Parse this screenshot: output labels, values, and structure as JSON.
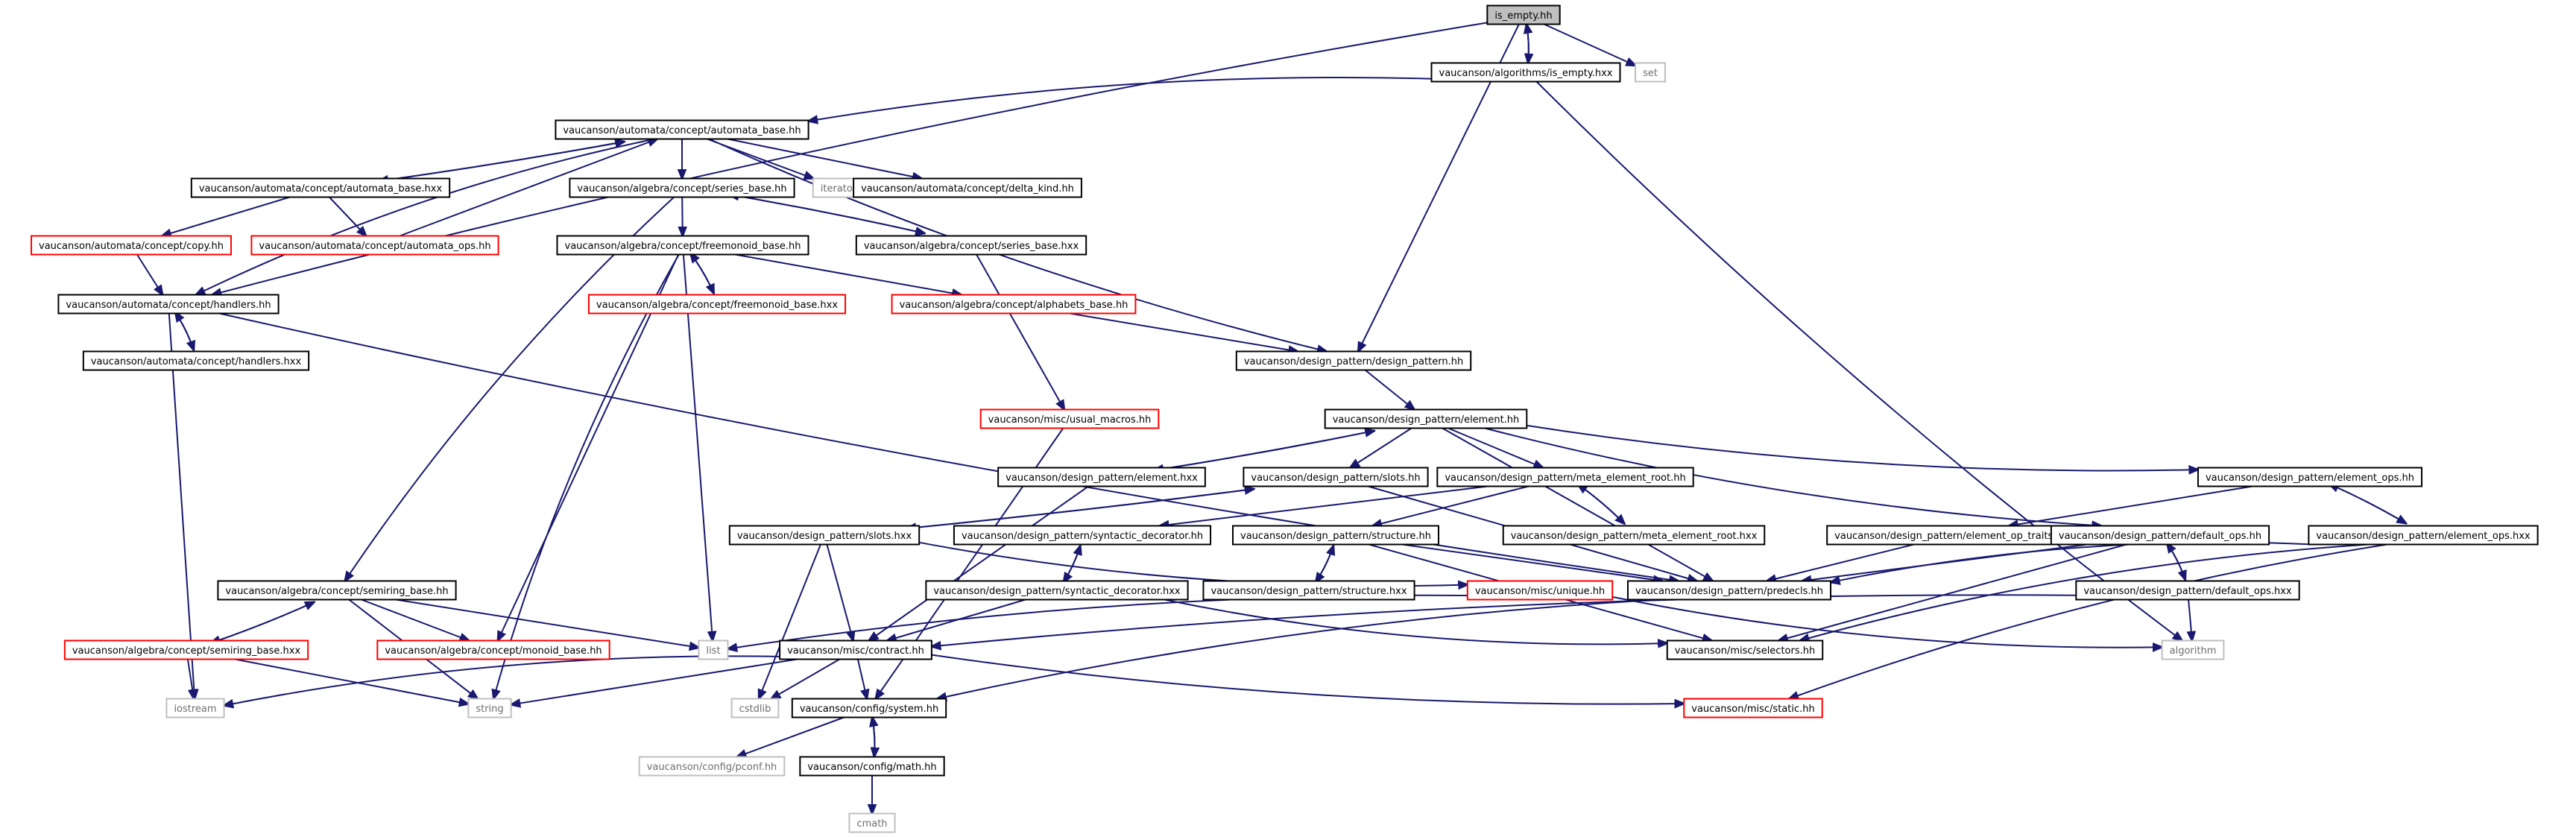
{
  "colors": {
    "edge": "#191970",
    "node_border": "#000000",
    "node_border_missing": "#ff0000",
    "node_border_external": "#bfbfbf",
    "root_fill": "#bfbfbf"
  },
  "nodes": [
    {
      "id": "is_empty_hh",
      "label": "is_empty.hh",
      "style": "root"
    },
    {
      "id": "is_empty_hxx",
      "label": "vaucanson/algorithms/is_empty.hxx",
      "style": "normal"
    },
    {
      "id": "set",
      "label": "set",
      "style": "external"
    },
    {
      "id": "automata_base_hh",
      "label": "vaucanson/automata/concept/automata_base.hh",
      "style": "normal"
    },
    {
      "id": "automata_base_hxx",
      "label": "vaucanson/automata/concept/automata_base.hxx",
      "style": "normal"
    },
    {
      "id": "series_base_hh",
      "label": "vaucanson/algebra/concept/series_base.hh",
      "style": "normal"
    },
    {
      "id": "iterator",
      "label": "iterator",
      "style": "external"
    },
    {
      "id": "delta_kind",
      "label": "vaucanson/automata/concept/delta_kind.hh",
      "style": "normal"
    },
    {
      "id": "copy_hh",
      "label": "vaucanson/automata/concept/copy.hh",
      "style": "missing"
    },
    {
      "id": "automata_ops",
      "label": "vaucanson/automata/concept/automata_ops.hh",
      "style": "missing"
    },
    {
      "id": "freemonoid_base_hh",
      "label": "vaucanson/algebra/concept/freemonoid_base.hh",
      "style": "normal"
    },
    {
      "id": "series_base_hxx",
      "label": "vaucanson/algebra/concept/series_base.hxx",
      "style": "normal"
    },
    {
      "id": "handlers_hh",
      "label": "vaucanson/automata/concept/handlers.hh",
      "style": "normal"
    },
    {
      "id": "freemonoid_base_hxx",
      "label": "vaucanson/algebra/concept/freemonoid_base.hxx",
      "style": "missing"
    },
    {
      "id": "alphabets_base",
      "label": "vaucanson/algebra/concept/alphabets_base.hh",
      "style": "missing"
    },
    {
      "id": "handlers_hxx",
      "label": "vaucanson/automata/concept/handlers.hxx",
      "style": "normal"
    },
    {
      "id": "design_pattern_hh",
      "label": "vaucanson/design_pattern/design_pattern.hh",
      "style": "normal"
    },
    {
      "id": "usual_macros",
      "label": "vaucanson/misc/usual_macros.hh",
      "style": "missing"
    },
    {
      "id": "element_hh",
      "label": "vaucanson/design_pattern/element.hh",
      "style": "normal"
    },
    {
      "id": "element_hxx",
      "label": "vaucanson/design_pattern/element.hxx",
      "style": "normal"
    },
    {
      "id": "slots_hh",
      "label": "vaucanson/design_pattern/slots.hh",
      "style": "normal"
    },
    {
      "id": "meta_root_hh",
      "label": "vaucanson/design_pattern/meta_element_root.hh",
      "style": "normal"
    },
    {
      "id": "element_ops_hh",
      "label": "vaucanson/design_pattern/element_ops.hh",
      "style": "normal"
    },
    {
      "id": "slots_hxx",
      "label": "vaucanson/design_pattern/slots.hxx",
      "style": "normal"
    },
    {
      "id": "syntactic_hh",
      "label": "vaucanson/design_pattern/syntactic_decorator.hh",
      "style": "normal"
    },
    {
      "id": "structure_hh",
      "label": "vaucanson/design_pattern/structure.hh",
      "style": "normal"
    },
    {
      "id": "meta_root_hxx",
      "label": "vaucanson/design_pattern/meta_element_root.hxx",
      "style": "normal"
    },
    {
      "id": "element_op_traits",
      "label": "vaucanson/design_pattern/element_op_traits.hh",
      "style": "normal"
    },
    {
      "id": "default_ops_hh",
      "label": "vaucanson/design_pattern/default_ops.hh",
      "style": "normal"
    },
    {
      "id": "element_ops_hxx",
      "label": "vaucanson/design_pattern/element_ops.hxx",
      "style": "normal"
    },
    {
      "id": "semiring_base_hh",
      "label": "vaucanson/algebra/concept/semiring_base.hh",
      "style": "normal"
    },
    {
      "id": "syntactic_hxx",
      "label": "vaucanson/design_pattern/syntactic_decorator.hxx",
      "style": "normal"
    },
    {
      "id": "structure_hxx",
      "label": "vaucanson/design_pattern/structure.hxx",
      "style": "normal"
    },
    {
      "id": "unique_hh",
      "label": "vaucanson/misc/unique.hh",
      "style": "missing"
    },
    {
      "id": "predecls",
      "label": "vaucanson/design_pattern/predecls.hh",
      "style": "normal"
    },
    {
      "id": "default_ops_hxx",
      "label": "vaucanson/design_pattern/default_ops.hxx",
      "style": "normal"
    },
    {
      "id": "semiring_base_hxx",
      "label": "vaucanson/algebra/concept/semiring_base.hxx",
      "style": "missing"
    },
    {
      "id": "monoid_base",
      "label": "vaucanson/algebra/concept/monoid_base.hh",
      "style": "missing"
    },
    {
      "id": "list",
      "label": "list",
      "style": "external"
    },
    {
      "id": "contract_hh",
      "label": "vaucanson/misc/contract.hh",
      "style": "normal"
    },
    {
      "id": "selectors",
      "label": "vaucanson/misc/selectors.hh",
      "style": "normal"
    },
    {
      "id": "algorithm",
      "label": "algorithm",
      "style": "external"
    },
    {
      "id": "iostream",
      "label": "iostream",
      "style": "external"
    },
    {
      "id": "string",
      "label": "string",
      "style": "external"
    },
    {
      "id": "cstdlib",
      "label": "cstdlib",
      "style": "external"
    },
    {
      "id": "system_hh",
      "label": "vaucanson/config/system.hh",
      "style": "normal"
    },
    {
      "id": "static_hh",
      "label": "vaucanson/misc/static.hh",
      "style": "missing"
    },
    {
      "id": "pconf",
      "label": "vaucanson/config/pconf.hh",
      "style": "external"
    },
    {
      "id": "math_hh",
      "label": "vaucanson/config/math.hh",
      "style": "normal"
    },
    {
      "id": "cmath",
      "label": "cmath",
      "style": "external"
    }
  ],
  "edges": [
    [
      "is_empty_hh",
      "is_empty_hxx"
    ],
    [
      "is_empty_hxx",
      "is_empty_hh"
    ],
    [
      "is_empty_hh",
      "set"
    ],
    [
      "is_empty_hh",
      "handlers_hh"
    ],
    [
      "is_empty_hh",
      "design_pattern_hh"
    ],
    [
      "is_empty_hxx",
      "automata_base_hh"
    ],
    [
      "is_empty_hxx",
      "algorithm"
    ],
    [
      "automata_base_hh",
      "automata_base_hxx"
    ],
    [
      "automata_base_hxx",
      "automata_base_hh"
    ],
    [
      "automata_base_hh",
      "series_base_hh"
    ],
    [
      "automata_base_hh",
      "iterator"
    ],
    [
      "automata_base_hh",
      "delta_kind"
    ],
    [
      "automata_base_hh",
      "handlers_hh"
    ],
    [
      "automata_base_hh",
      "design_pattern_hh"
    ],
    [
      "automata_base_hxx",
      "copy_hh"
    ],
    [
      "automata_base_hxx",
      "automata_ops"
    ],
    [
      "automata_ops",
      "automata_base_hh"
    ],
    [
      "copy_hh",
      "handlers_hh"
    ],
    [
      "series_base_hh",
      "freemonoid_base_hh"
    ],
    [
      "series_base_hh",
      "series_base_hxx"
    ],
    [
      "series_base_hxx",
      "series_base_hh"
    ],
    [
      "series_base_hh",
      "semiring_base_hh"
    ],
    [
      "series_base_hxx",
      "usual_macros"
    ],
    [
      "freemonoid_base_hh",
      "freemonoid_base_hxx"
    ],
    [
      "freemonoid_base_hxx",
      "freemonoid_base_hh"
    ],
    [
      "freemonoid_base_hh",
      "alphabets_base"
    ],
    [
      "freemonoid_base_hh",
      "monoid_base"
    ],
    [
      "freemonoid_base_hh",
      "string"
    ],
    [
      "freemonoid_base_hh",
      "list"
    ],
    [
      "alphabets_base",
      "design_pattern_hh"
    ],
    [
      "handlers_hh",
      "handlers_hxx"
    ],
    [
      "handlers_hxx",
      "handlers_hh"
    ],
    [
      "handlers_hh",
      "iostream"
    ],
    [
      "handlers_hh",
      "predecls"
    ],
    [
      "design_pattern_hh",
      "element_hh"
    ],
    [
      "usual_macros",
      "system_hh"
    ],
    [
      "element_hh",
      "element_hxx"
    ],
    [
      "element_hxx",
      "element_hh"
    ],
    [
      "element_hh",
      "slots_hh"
    ],
    [
      "element_hh",
      "meta_root_hh"
    ],
    [
      "element_hh",
      "element_ops_hh"
    ],
    [
      "element_hh",
      "default_ops_hh"
    ],
    [
      "element_hh",
      "predecls"
    ],
    [
      "element_hxx",
      "contract_hh"
    ],
    [
      "slots_hh",
      "slots_hxx"
    ],
    [
      "slots_hxx",
      "slots_hh"
    ],
    [
      "slots_hh",
      "predecls"
    ],
    [
      "slots_hxx",
      "contract_hh"
    ],
    [
      "slots_hxx",
      "cstdlib"
    ],
    [
      "slots_hxx",
      "unique_hh"
    ],
    [
      "meta_root_hh",
      "meta_root_hxx"
    ],
    [
      "meta_root_hxx",
      "meta_root_hh"
    ],
    [
      "meta_root_hh",
      "syntactic_hh"
    ],
    [
      "meta_root_hh",
      "structure_hh"
    ],
    [
      "syntactic_hh",
      "syntactic_hxx"
    ],
    [
      "syntactic_hxx",
      "syntactic_hh"
    ],
    [
      "syntactic_hxx",
      "contract_hh"
    ],
    [
      "syntactic_hxx",
      "selectors"
    ],
    [
      "structure_hh",
      "structure_hxx"
    ],
    [
      "structure_hxx",
      "structure_hh"
    ],
    [
      "structure_hh",
      "predecls"
    ],
    [
      "structure_hh",
      "selectors"
    ],
    [
      "element_ops_hh",
      "element_op_traits"
    ],
    [
      "element_ops_hh",
      "element_ops_hxx"
    ],
    [
      "element_ops_hxx",
      "element_ops_hh"
    ],
    [
      "element_ops_hxx",
      "predecls"
    ],
    [
      "element_ops_hxx",
      "selectors"
    ],
    [
      "element_ops_hxx",
      "static_hh"
    ],
    [
      "element_op_traits",
      "predecls"
    ],
    [
      "default_ops_hh",
      "default_ops_hxx"
    ],
    [
      "default_ops_hxx",
      "default_ops_hh"
    ],
    [
      "default_ops_hh",
      "predecls"
    ],
    [
      "default_ops_hh",
      "selectors"
    ],
    [
      "default_ops_hxx",
      "algorithm"
    ],
    [
      "default_ops_hxx",
      "contract_hh"
    ],
    [
      "unique_hh",
      "list"
    ],
    [
      "unique_hh",
      "algorithm"
    ],
    [
      "predecls",
      "system_hh"
    ],
    [
      "semiring_base_hh",
      "semiring_base_hxx"
    ],
    [
      "semiring_base_hxx",
      "semiring_base_hh"
    ],
    [
      "semiring_base_hh",
      "monoid_base"
    ],
    [
      "semiring_base_hh",
      "string"
    ],
    [
      "semiring_base_hh",
      "list"
    ],
    [
      "semiring_base_hxx",
      "iostream"
    ],
    [
      "semiring_base_hxx",
      "string"
    ],
    [
      "contract_hh",
      "iostream"
    ],
    [
      "contract_hh",
      "string"
    ],
    [
      "contract_hh",
      "cstdlib"
    ],
    [
      "contract_hh",
      "system_hh"
    ],
    [
      "contract_hh",
      "static_hh"
    ],
    [
      "system_hh",
      "pconf"
    ],
    [
      "system_hh",
      "math_hh"
    ],
    [
      "math_hh",
      "system_hh"
    ],
    [
      "math_hh",
      "cmath"
    ]
  ]
}
